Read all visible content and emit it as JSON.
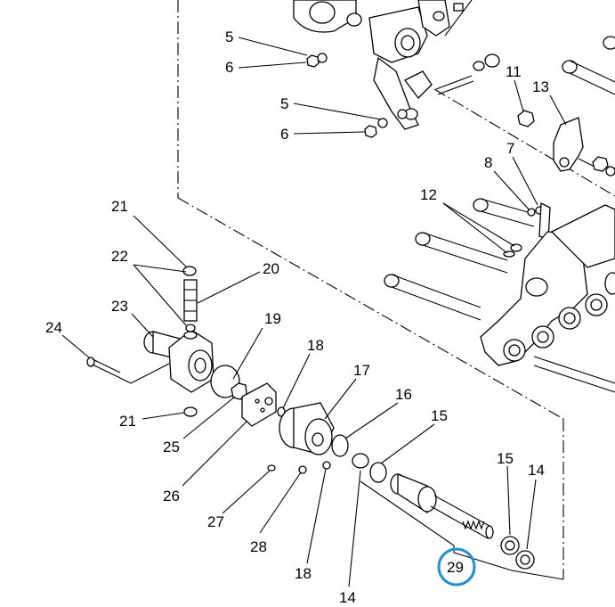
{
  "callouts": {
    "c5a": "5",
    "c6a": "6",
    "c5b": "5",
    "c6b": "6",
    "c11": "11",
    "c13": "13",
    "c7": "7",
    "c8": "8",
    "c12": "12",
    "c21a": "21",
    "c22": "22",
    "c20": "20",
    "c23": "23",
    "c19": "19",
    "c24": "24",
    "c18a": "18",
    "c17": "17",
    "c16": "16",
    "c15a": "15",
    "c21b": "21",
    "c25": "25",
    "c26": "26",
    "c27": "27",
    "c28": "28",
    "c18b": "18",
    "c14a": "14",
    "c15b": "15",
    "c14b": "14",
    "c29": "29"
  },
  "highlight": {
    "label": "29",
    "color": "#1e90d6"
  }
}
